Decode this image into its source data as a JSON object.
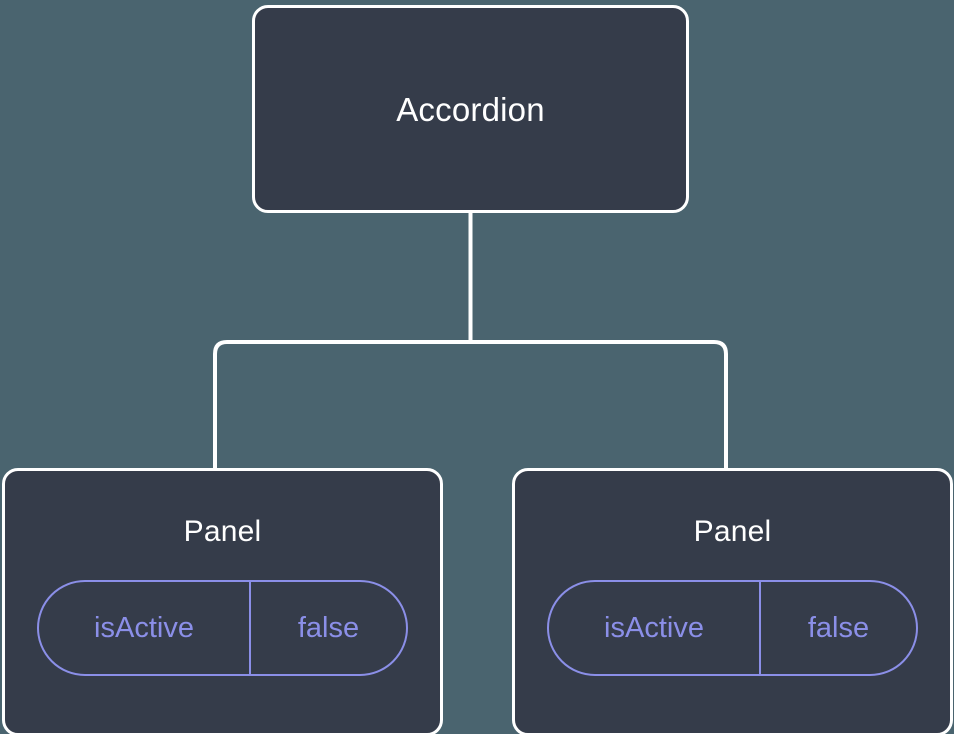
{
  "diagram": {
    "type": "component-tree",
    "background_color": "#4a646f",
    "node_fill_color": "#353c4a",
    "node_border_color": "#ffffff",
    "title_text_color": "#ffffff",
    "prop_accent_color": "#8b8fe8",
    "connector_color": "#ffffff",
    "root": {
      "label": "Accordion"
    },
    "children": [
      {
        "label": "Panel",
        "prop": {
          "key": "isActive",
          "value": "false"
        }
      },
      {
        "label": "Panel",
        "prop": {
          "key": "isActive",
          "value": "false"
        }
      }
    ]
  }
}
